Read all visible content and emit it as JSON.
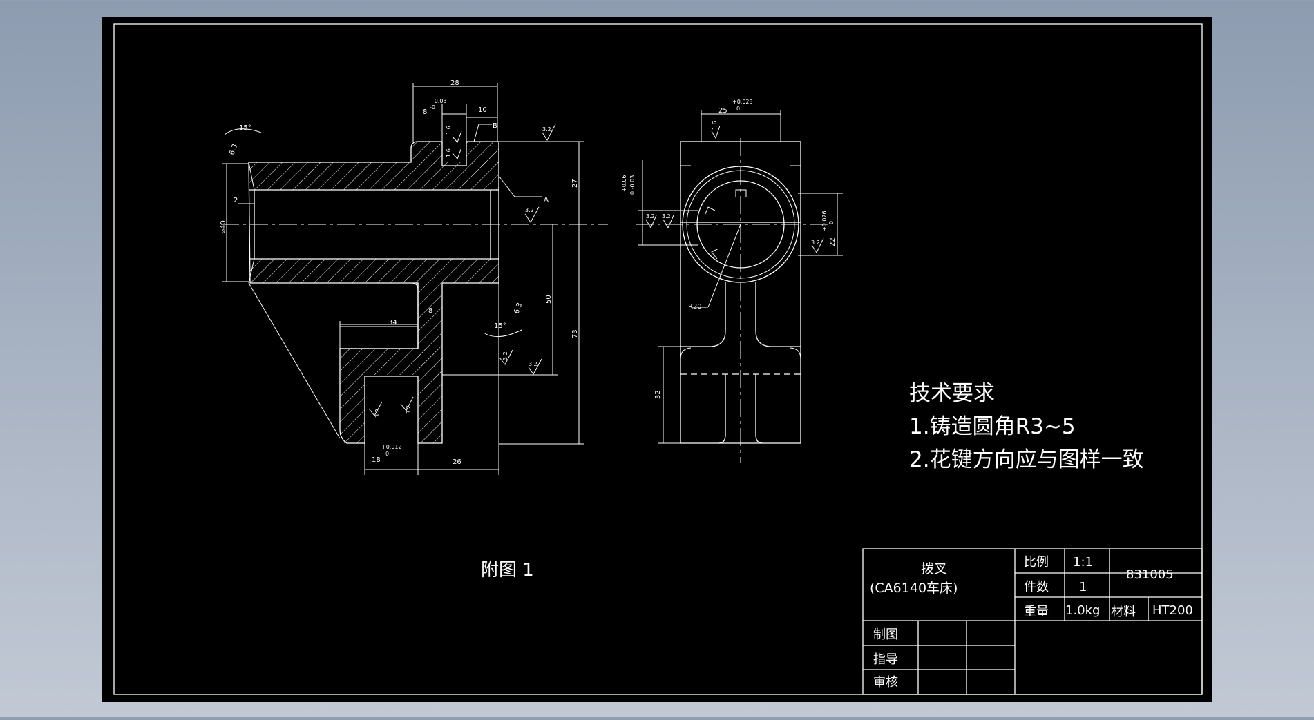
{
  "colors": {
    "background": "#000000",
    "lines": "#ffffff",
    "viewport": "#9aa8ba"
  },
  "dimensions": {
    "d28": "28",
    "d8tol": "8",
    "d8tol_upper": "+0.03",
    "d8tol_lower": "-0",
    "d10": "10",
    "d15a": "15°",
    "d15b": "15°",
    "d6_3a": "6.3",
    "d6_3b": "6.3",
    "d40": "⌀40",
    "d2": "2",
    "d27": "27",
    "d50": "50",
    "d73": "73",
    "d34": "34",
    "d8": "8",
    "d18": "18",
    "d18_upper": "+0.012",
    "d18_lower": "0",
    "d26": "26",
    "d25": "25",
    "d25_upper": "+0.023",
    "d25_lower": "0",
    "d_left_tol_a": "+0.06",
    "d_left_tol_b": "0  -0.03",
    "d22": "22",
    "d22_tol_a": "+0.026",
    "d22_tol_b": "0",
    "d32": "32",
    "r20": "R20"
  },
  "labels": {
    "a": "A",
    "b": "B"
  },
  "roughness": {
    "r3_2": "3.2",
    "r1_6": "1.6"
  },
  "figure_caption": "附图 1",
  "tech_requirements": {
    "title": "技术要求",
    "item1": "1.铸造圆角R3~5",
    "item2": "2.花键方向应与图样一致"
  },
  "title_block": {
    "part_name": "拨叉",
    "part_sub": "(CA6140车床)",
    "scale_label": "比例",
    "scale_value": "1:1",
    "qty_label": "件数",
    "qty_value": "1",
    "drawing_no": "831005",
    "weight_label": "重量",
    "weight_value": "1.0kg",
    "material_label": "材料",
    "material_value": "HT200",
    "drawn_label": "制图",
    "guide_label": "指导",
    "review_label": "审核"
  }
}
